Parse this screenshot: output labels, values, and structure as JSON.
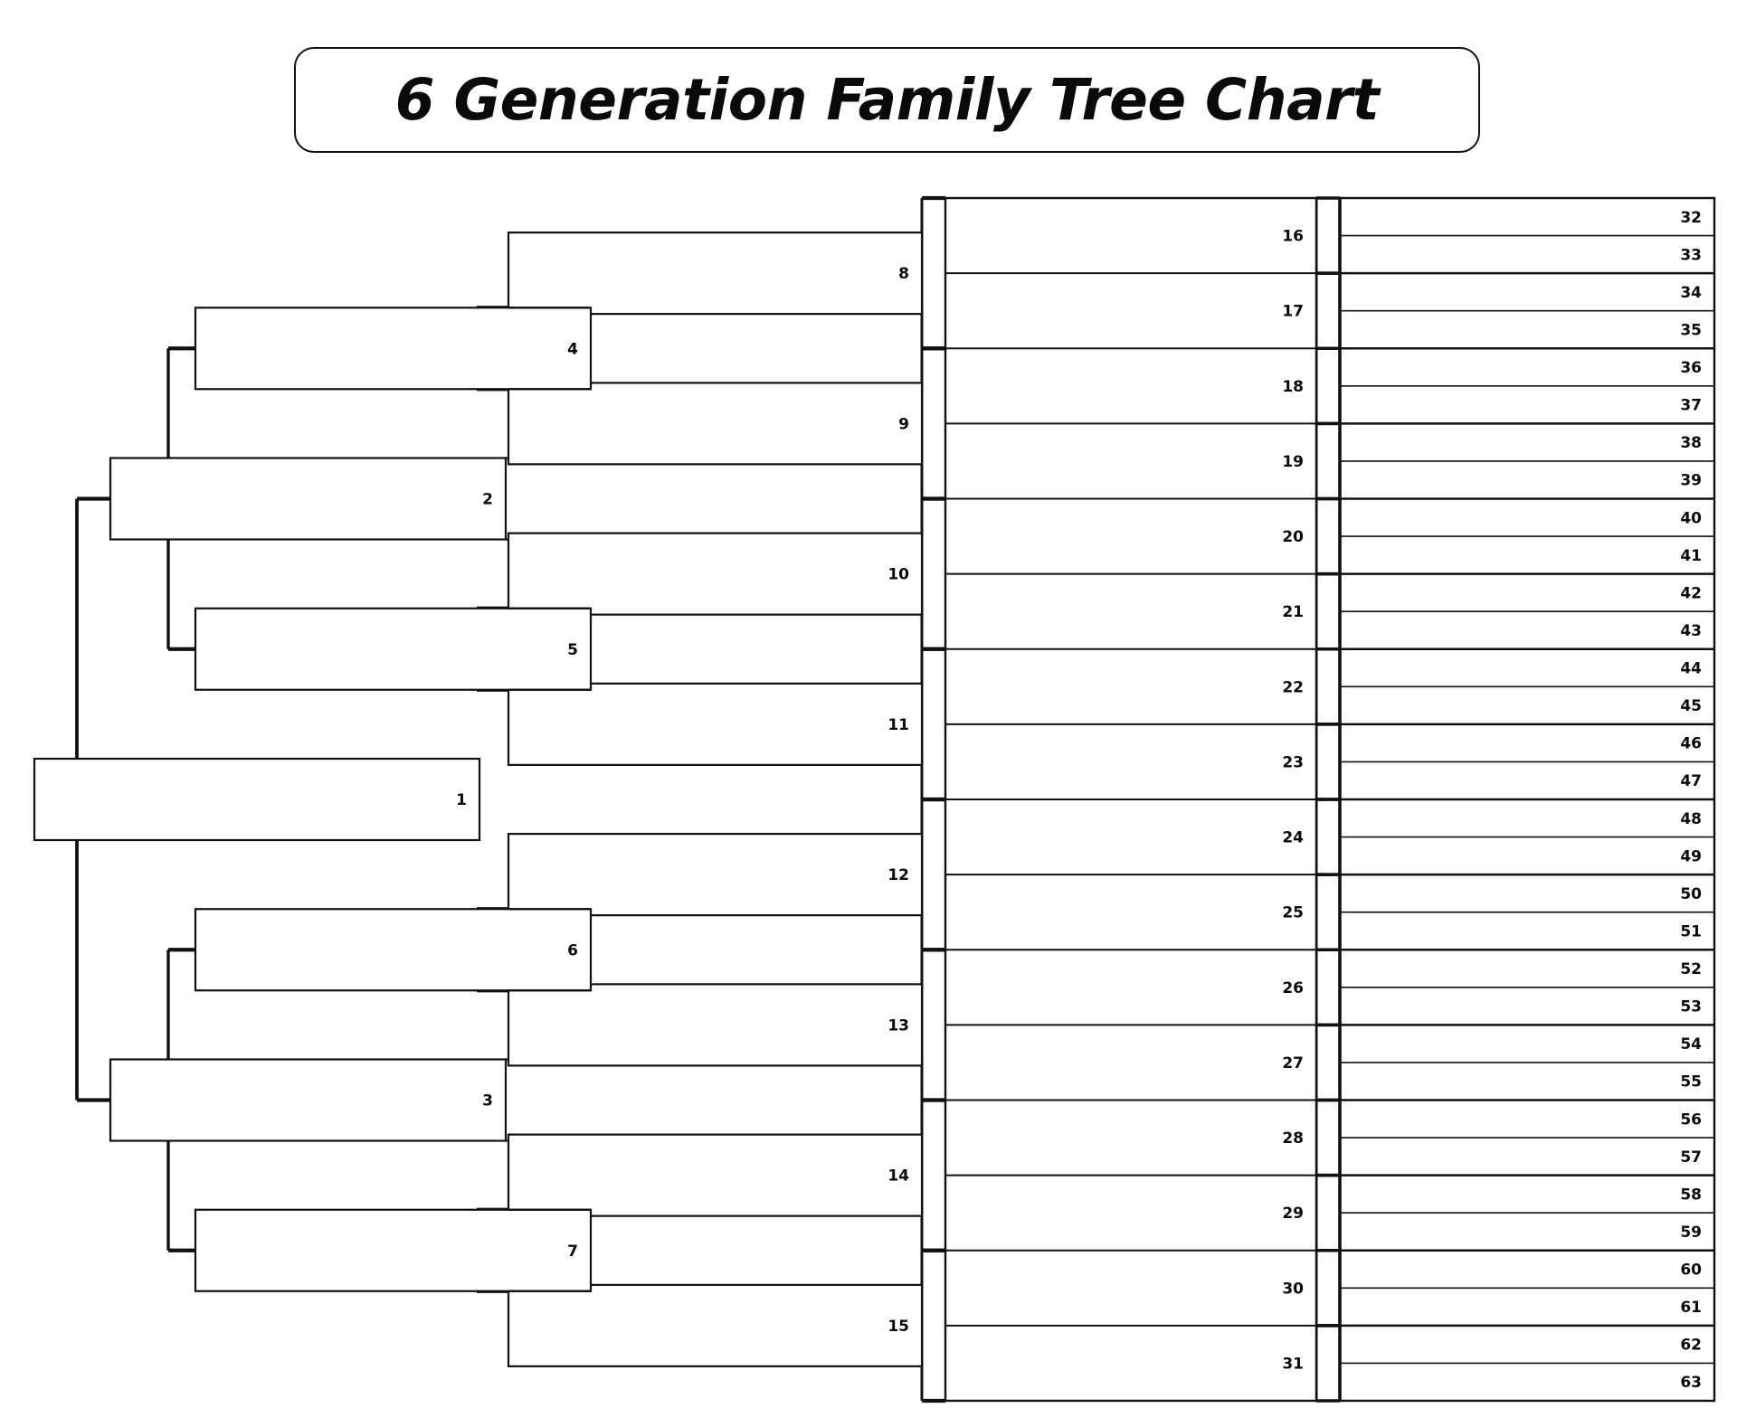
{
  "page": {
    "title": "6 Generation Family Tree Chart",
    "background_color": "#ffffff",
    "line_color": "#111111",
    "generations": 6
  },
  "chart_data": {
    "type": "diagram",
    "diagram_kind": "pedigree-ahnentafel-family-tree",
    "title": "6 Generation Family Tree Chart",
    "total_slots": 63,
    "numbering_scheme": "ahnentafel",
    "columns": [
      {
        "generation": 1,
        "label_numbers": [
          "1"
        ]
      },
      {
        "generation": 2,
        "label_numbers": [
          "2",
          "3"
        ]
      },
      {
        "generation": 3,
        "label_numbers": [
          "4",
          "5",
          "6",
          "7"
        ]
      },
      {
        "generation": 4,
        "label_numbers": [
          "8",
          "9",
          "10",
          "11",
          "12",
          "13",
          "14",
          "15"
        ]
      },
      {
        "generation": 5,
        "label_numbers": [
          "16",
          "17",
          "18",
          "19",
          "20",
          "21",
          "22",
          "23",
          "24",
          "25",
          "26",
          "27",
          "28",
          "29",
          "30",
          "31"
        ]
      },
      {
        "generation": 6,
        "label_numbers": [
          "32",
          "33",
          "34",
          "35",
          "36",
          "37",
          "38",
          "39",
          "40",
          "41",
          "42",
          "43",
          "44",
          "45",
          "46",
          "47",
          "48",
          "49",
          "50",
          "51",
          "52",
          "53",
          "54",
          "55",
          "56",
          "57",
          "58",
          "59",
          "60",
          "61",
          "62",
          "63"
        ]
      }
    ],
    "all_slots_blank": true,
    "notes": "Blank fill-in pedigree chart; each numbered rectangle is an empty write-in field."
  },
  "gen1": [
    {
      "n": "1"
    }
  ],
  "gen2": [
    {
      "n": "2"
    },
    {
      "n": "3"
    }
  ],
  "gen3": [
    {
      "n": "4"
    },
    {
      "n": "5"
    },
    {
      "n": "6"
    },
    {
      "n": "7"
    }
  ],
  "gen4": [
    {
      "n": "8"
    },
    {
      "n": "9"
    },
    {
      "n": "10"
    },
    {
      "n": "11"
    },
    {
      "n": "12"
    },
    {
      "n": "13"
    },
    {
      "n": "14"
    },
    {
      "n": "15"
    }
  ],
  "gen5": [
    {
      "n": "16"
    },
    {
      "n": "17"
    },
    {
      "n": "18"
    },
    {
      "n": "19"
    },
    {
      "n": "20"
    },
    {
      "n": "21"
    },
    {
      "n": "22"
    },
    {
      "n": "23"
    },
    {
      "n": "24"
    },
    {
      "n": "25"
    },
    {
      "n": "26"
    },
    {
      "n": "27"
    },
    {
      "n": "28"
    },
    {
      "n": "29"
    },
    {
      "n": "30"
    },
    {
      "n": "31"
    }
  ],
  "gen6": [
    {
      "n": "32"
    },
    {
      "n": "33"
    },
    {
      "n": "34"
    },
    {
      "n": "35"
    },
    {
      "n": "36"
    },
    {
      "n": "37"
    },
    {
      "n": "38"
    },
    {
      "n": "39"
    },
    {
      "n": "40"
    },
    {
      "n": "41"
    },
    {
      "n": "42"
    },
    {
      "n": "43"
    },
    {
      "n": "44"
    },
    {
      "n": "45"
    },
    {
      "n": "46"
    },
    {
      "n": "47"
    },
    {
      "n": "48"
    },
    {
      "n": "49"
    },
    {
      "n": "50"
    },
    {
      "n": "51"
    },
    {
      "n": "52"
    },
    {
      "n": "53"
    },
    {
      "n": "54"
    },
    {
      "n": "55"
    },
    {
      "n": "56"
    },
    {
      "n": "57"
    },
    {
      "n": "58"
    },
    {
      "n": "59"
    },
    {
      "n": "60"
    },
    {
      "n": "61"
    },
    {
      "n": "62"
    },
    {
      "n": "63"
    }
  ]
}
